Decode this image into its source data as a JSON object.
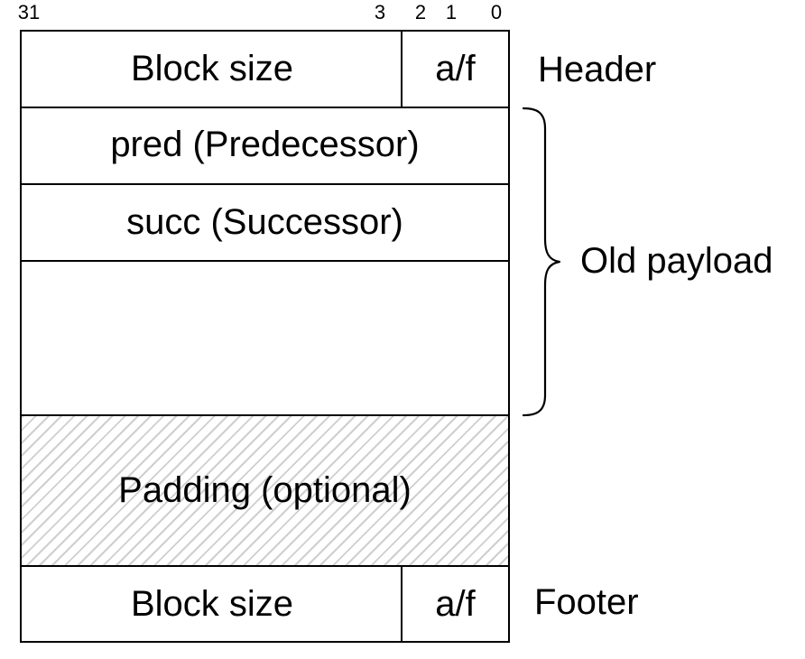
{
  "bit_labels": {
    "b31": "31",
    "b3": "3",
    "b2": "2",
    "b1": "1",
    "b0": "0"
  },
  "header_row": {
    "block_size": "Block size",
    "alloc_flag": "a/f",
    "label": "Header"
  },
  "pred_row": {
    "text": "pred (Predecessor)"
  },
  "succ_row": {
    "text": "succ (Successor)"
  },
  "payload": {
    "label": "Old payload"
  },
  "padding_row": {
    "text": "Padding (optional)"
  },
  "footer_row": {
    "block_size": "Block size",
    "alloc_flag": "a/f",
    "label": "Footer"
  },
  "colors": {
    "stroke": "#000000",
    "hatch": "#cfcfcf",
    "background": "#ffffff"
  }
}
